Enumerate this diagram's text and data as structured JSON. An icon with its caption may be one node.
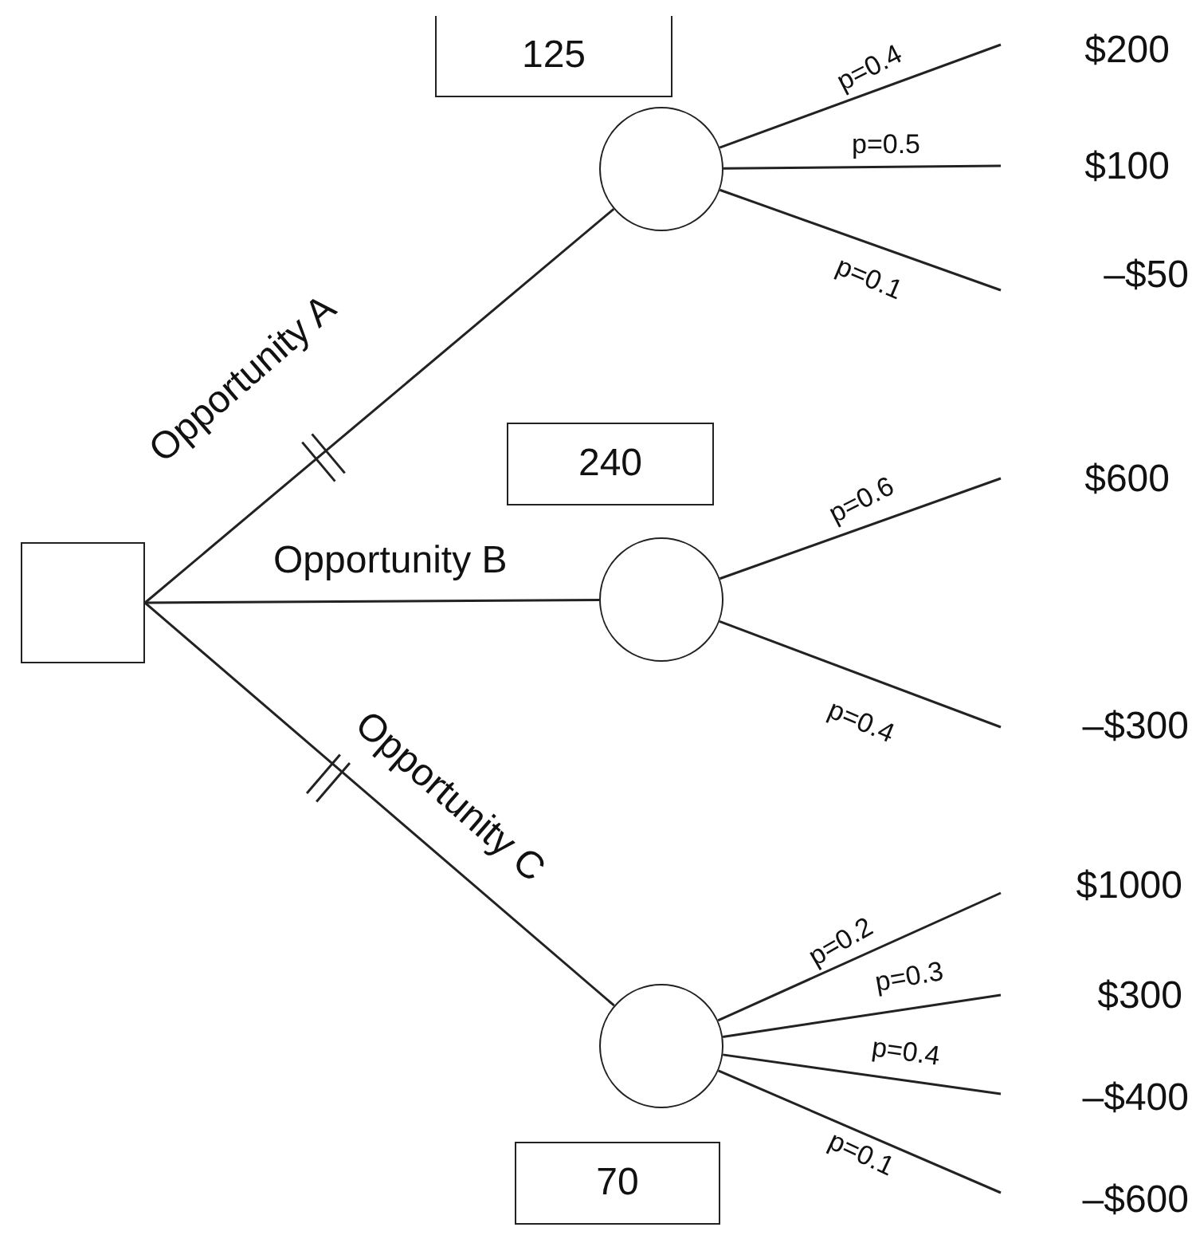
{
  "diagram": {
    "nodes": [
      {
        "text": [],
        "shape": "box"
      },
      {
        "text": [],
        "shape": "circle"
      },
      {
        "text": [],
        "shape": "circle"
      },
      {
        "text": [],
        "shape": "circle"
      },
      {
        "text": [
          "$200"
        ]
      },
      {
        "text": [
          "$100"
        ]
      },
      {
        "text": [
          "–$50"
        ]
      },
      {
        "text": [
          "$600"
        ]
      },
      {
        "text": [
          "–$300"
        ]
      },
      {
        "text": [
          "$1000"
        ]
      },
      {
        "text": [
          "$300"
        ]
      },
      {
        "text": [
          "–$400"
        ]
      },
      {
        "text": [
          "–$600"
        ]
      },
      {
        "text": [
          "125"
        ]
      },
      {
        "text": [
          "240"
        ]
      },
      {
        "text": [
          "70"
        ]
      }
    ],
    "edges": [
      {
        "from": 0,
        "to": 1,
        "arrow": "none",
        "label": "Opportunity A"
      },
      {
        "from": 0,
        "to": 2,
        "arrow": "none",
        "label": "Opportunity B"
      },
      {
        "from": 0,
        "to": 3,
        "arrow": "none",
        "label": "Opportunity C"
      },
      {
        "from": 1,
        "to": 4,
        "arrow": "none",
        "label": "p=0.4"
      },
      {
        "from": 1,
        "to": 5,
        "arrow": "none",
        "label": "p=0.5"
      },
      {
        "from": 1,
        "to": 6,
        "arrow": "none",
        "label": "p=0.1"
      },
      {
        "from": 2,
        "to": 7,
        "arrow": "none",
        "label": "p=0.6"
      },
      {
        "from": 2,
        "to": 8,
        "arrow": "none",
        "label": "p=0.4"
      },
      {
        "from": 3,
        "to": 9,
        "arrow": "none",
        "label": "p=0.2"
      },
      {
        "from": 3,
        "to": 10,
        "arrow": "none",
        "label": "p=0.3"
      },
      {
        "from": 3,
        "to": 11,
        "arrow": "none",
        "label": "p=0.4"
      },
      {
        "from": 3,
        "to": 12,
        "arrow": "none",
        "label": "p=0.1"
      }
    ]
  }
}
